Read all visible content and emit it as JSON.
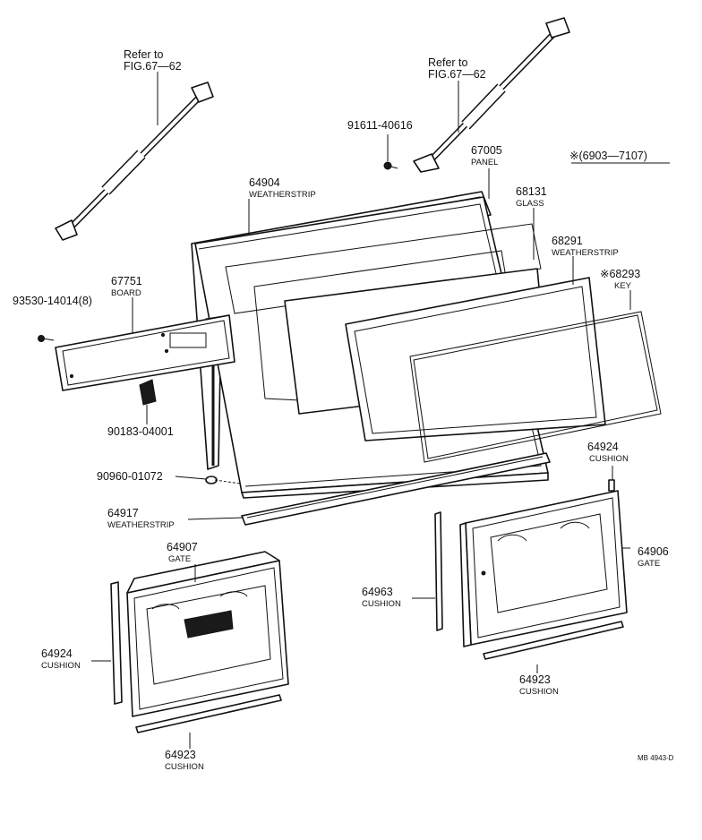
{
  "refs": [
    {
      "line1": "Refer to",
      "line2": "FIG.67—62"
    },
    {
      "line1": "Refer to",
      "line2": "FIG.67—62"
    }
  ],
  "note": "※(6903—7107)",
  "bolt_number": "91611-40616",
  "parts": {
    "p67005": {
      "num": "67005",
      "name": "PANEL"
    },
    "p64904": {
      "num": "64904",
      "name": "WEATHERSTRIP"
    },
    "p68131": {
      "num": "68131",
      "name": "GLASS"
    },
    "p68291": {
      "num": "68291",
      "name": "WEATHERSTRIP"
    },
    "p68293": {
      "num": "※68293",
      "name": "KEY"
    },
    "p67751": {
      "num": "67751",
      "name": "BOARD"
    },
    "p93530": {
      "num": "93530-14014(8)"
    },
    "p90183": {
      "num": "90183-04001"
    },
    "p90960": {
      "num": "90960-01072"
    },
    "p64924a": {
      "num": "64924",
      "name": "CUSHION"
    },
    "p64917": {
      "num": "64917",
      "name": "WEATHERSTRIP"
    },
    "p64907": {
      "num": "64907",
      "name": "GATE"
    },
    "p64906": {
      "num": "64906",
      "name": "GATE"
    },
    "p64963": {
      "num": "64963",
      "name": "CUSHION"
    },
    "p64924b": {
      "num": "64924",
      "name": "CUSHION"
    },
    "p64923a": {
      "num": "64923",
      "name": "CUSHION"
    },
    "p64923b": {
      "num": "64923",
      "name": "CUSHION"
    }
  },
  "drawing_code": "MB 4943-D"
}
